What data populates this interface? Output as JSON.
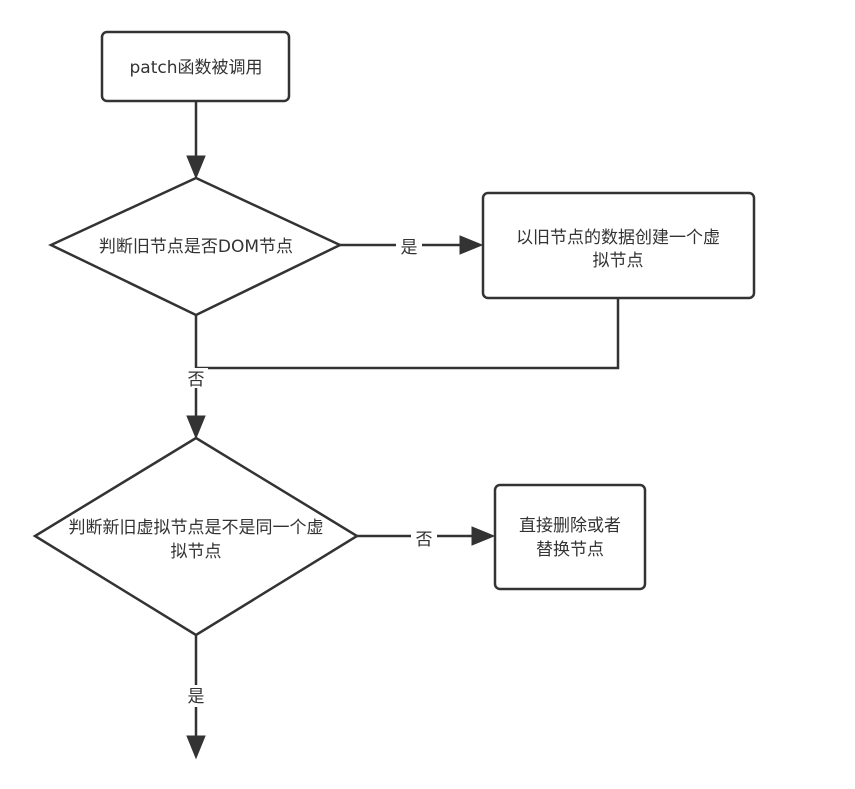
{
  "nodes": {
    "start": "patch函数被调用",
    "decision1": "判断旧节点是否DOM节点",
    "create_vnode_line1": "以旧节点的数据创建一个虚",
    "create_vnode_line2": "拟节点",
    "decision2_line1": "判断新旧虚拟节点是不是同一个虚",
    "decision2_line2": "拟节点",
    "replace_line1": "直接删除或者",
    "replace_line2": "替换节点"
  },
  "edges": {
    "d1_yes": "是",
    "d1_no": "否",
    "d2_no": "否",
    "d2_yes": "是"
  },
  "colors": {
    "stroke": "#333333",
    "fill": "#ffffff",
    "text": "#333333"
  }
}
